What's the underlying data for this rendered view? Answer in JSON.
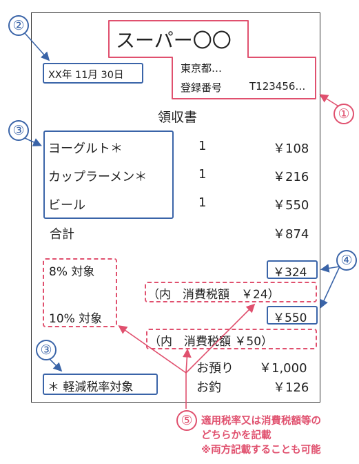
{
  "header": {
    "store_name": "スーパー〇〇",
    "address": "東京都…",
    "registration_label": "登録番号",
    "registration_number": "T123456…",
    "date": "XX年 11月 30日",
    "title": "領収書"
  },
  "items": [
    {
      "name": "ヨーグルト＊",
      "qty": "1",
      "price": "￥108"
    },
    {
      "name": "カップラーメン＊",
      "qty": "1",
      "price": "￥216"
    },
    {
      "name": "ビール",
      "qty": "1",
      "price": "￥550"
    }
  ],
  "total": {
    "label": "合計",
    "value": "￥874"
  },
  "tax": {
    "rate8_label": "8% 対象",
    "rate8_amount": "￥324",
    "rate8_tax": "（内　消費税額　￥24）",
    "rate10_label": "10% 対象",
    "rate10_amount": "￥550",
    "rate10_tax": "（内　消費税額 ￥50）"
  },
  "payment": {
    "deposit_label": "お預り",
    "deposit_value": "￥1,000",
    "change_label": "お釣",
    "change_value": "￥126"
  },
  "reduced_note": "＊ 軽減税率対象",
  "callouts": {
    "n1": "①",
    "n2": "②",
    "n3": "③",
    "n4": "④",
    "n5": "⑤"
  },
  "annotation": {
    "line1": "適用税率又は消費税額等の",
    "line2": "どちらかを記載",
    "line3": "※両方記載することも可能"
  },
  "colors": {
    "blue": "#3a64a8",
    "pink": "#e0506e"
  }
}
